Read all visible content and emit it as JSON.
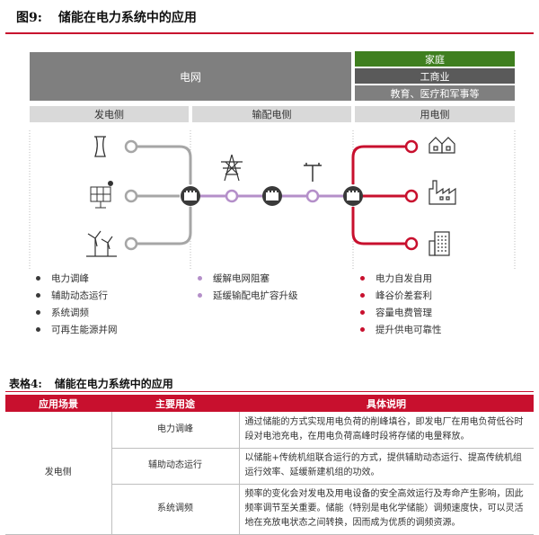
{
  "figure": {
    "number": "图9:",
    "title": "储能在电力系统中的应用"
  },
  "top": {
    "grid_label": "电网",
    "right_boxes": [
      "家庭",
      "工商业",
      "教育、医疗和军事等"
    ]
  },
  "sections": [
    "发电侧",
    "输配电侧",
    "用电侧"
  ],
  "bullets": {
    "generation": [
      "电力调峰",
      "辅助动态运行",
      "系统调频",
      "可再生能源并网"
    ],
    "transmission": [
      "缓解电网阻塞",
      "延缓输配电扩容升级"
    ],
    "consumption": [
      "电力自发自用",
      "峰谷价差套利",
      "容量电费管理",
      "提升供电可靠性"
    ]
  },
  "colors": {
    "gray": "#a6a6a6",
    "purple": "#b48fc9",
    "red": "#c8102e",
    "green": "#3f7f1f"
  },
  "table": {
    "number": "表格4:",
    "title": "储能在电力系统中的应用",
    "headers": [
      "应用场景",
      "主要用途",
      "具体说明"
    ],
    "scene": "发电侧",
    "rows": [
      {
        "use": "电力调峰",
        "desc": "通过储能的方式实现用电负荷的削峰填谷，即发电厂在用电负荷低谷时段对电池充电，在用电负荷高峰时段将存储的电量释放。"
      },
      {
        "use": "辅助动态运行",
        "desc": "以储能+传统机组联合运行的方式，提供辅助动态运行、提高传统机组运行效率、延缓新建机组的功效。"
      },
      {
        "use": "系统调频",
        "desc": "频率的变化会对发电及用电设备的安全高效运行及寿命产生影响，因此频率调节至关重要。储能（特别是电化学储能）调频速度快，可以灵活地在充放电状态之间转换，因而成为优质的调频资源。"
      }
    ]
  }
}
